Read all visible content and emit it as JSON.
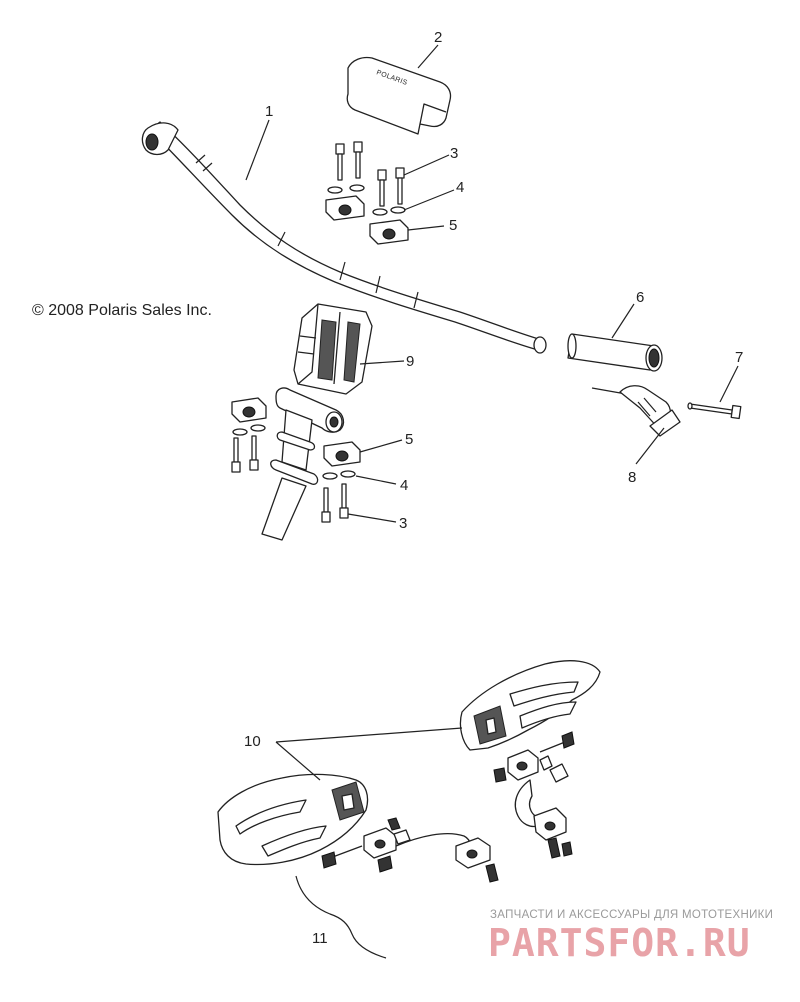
{
  "copyright": "© 2008 Polaris Sales Inc.",
  "watermark": {
    "tagline": "ЗАПЧАСТИ И АКСЕССУАРЫ ДЛЯ МОТОТЕХНИКИ",
    "logo": "PARTSFOR.RU",
    "color": "#e8a3a8"
  },
  "callouts": {
    "c1": "1",
    "c2": "2",
    "c3a": "3",
    "c4a": "4",
    "c5a": "5",
    "c6": "6",
    "c7": "7",
    "c8": "8",
    "c9": "9",
    "c5b": "5",
    "c4b": "4",
    "c3b": "3",
    "c10": "10",
    "c11": "11"
  }
}
